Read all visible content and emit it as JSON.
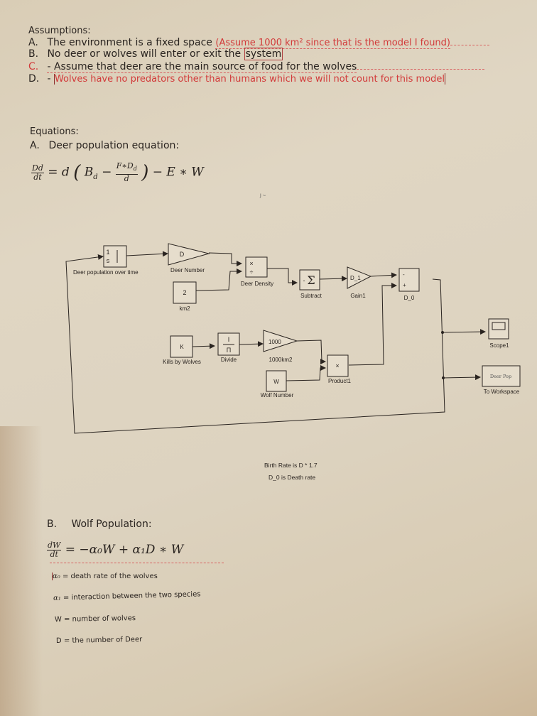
{
  "assumptions": {
    "heading": "Assumptions:",
    "items": [
      {
        "label": "A.",
        "text": "The environment is a fixed space",
        "note": "(Assume 1000 km² since that is the model I found)"
      },
      {
        "label": "B.",
        "text": "No deer or wolves will enter or exit the",
        "highlight": "system"
      },
      {
        "label": "C.",
        "text": "- Assume that deer are the main source of food for the wolves"
      },
      {
        "label": "D.",
        "prefix": "-",
        "text": "Wolves have no predators other than humans which we will not count for this model"
      }
    ]
  },
  "equations": {
    "heading": "Equations:",
    "deer": {
      "label": "A.",
      "title": "Deer population equation:",
      "lhs_num": "Dd",
      "lhs_den": "dt",
      "eq": "= d",
      "b_term": "B",
      "b_sub": "d",
      "minus": "−",
      "inner_num": "F∗D",
      "inner_num_sub": "d",
      "inner_den": "d",
      "tail": "− E ∗ W"
    },
    "wolf": {
      "label": "B.",
      "title": "Wolf Population:",
      "lhs_num": "dW",
      "lhs_den": "dt",
      "rhs": "= −α₀W + α₁D ∗ W"
    }
  },
  "diagram": {
    "blocks": {
      "integrator": {
        "text_num": "1",
        "text_den": "s",
        "label": "Deer population  over time"
      },
      "deer_number": {
        "text": "D",
        "label": "Deer Number"
      },
      "km2": {
        "text": "2",
        "label": "km2"
      },
      "deer_density": {
        "in1": "×",
        "in2": "÷",
        "label": "Deer Density"
      },
      "subtract": {
        "sign": "-",
        "text": "Σ",
        "label": "Subtract"
      },
      "gain1": {
        "text": "D_1",
        "label": "Gain1"
      },
      "d0": {
        "in1": "-",
        "in2": "+",
        "label": "D_0"
      },
      "kills": {
        "text": "K",
        "label": "Kills by Wolves"
      },
      "divide": {
        "text_num": "I",
        "text_den": "Π",
        "label": "Divide"
      },
      "k1000": {
        "text": "1000",
        "label": "1000km2"
      },
      "wolf_number": {
        "text": "W",
        "label": "Wolf Number"
      },
      "product1": {
        "text": "×",
        "label": "Product1"
      },
      "scope1": {
        "label": "Scope1"
      },
      "to_workspace": {
        "text": "Deer Pop",
        "label": "To Workspace"
      }
    },
    "stray": "J ~"
  },
  "notes": {
    "birth_rate": "Birth Rate is D * 1.7",
    "death_rate": "D_0 is Death rate"
  },
  "definitions": [
    {
      "symbol": "α₀",
      "text": "= death rate of the wolves"
    },
    {
      "symbol": "α₁",
      "text": "= interaction between the two species"
    },
    {
      "symbol": "W",
      "text": "= number of wolves"
    },
    {
      "symbol": "D",
      "text": "= the number of Deer"
    }
  ],
  "colors": {
    "paper": "#ddd3c0",
    "ink": "#2a2420",
    "annotation_red": "#d23a3a"
  }
}
